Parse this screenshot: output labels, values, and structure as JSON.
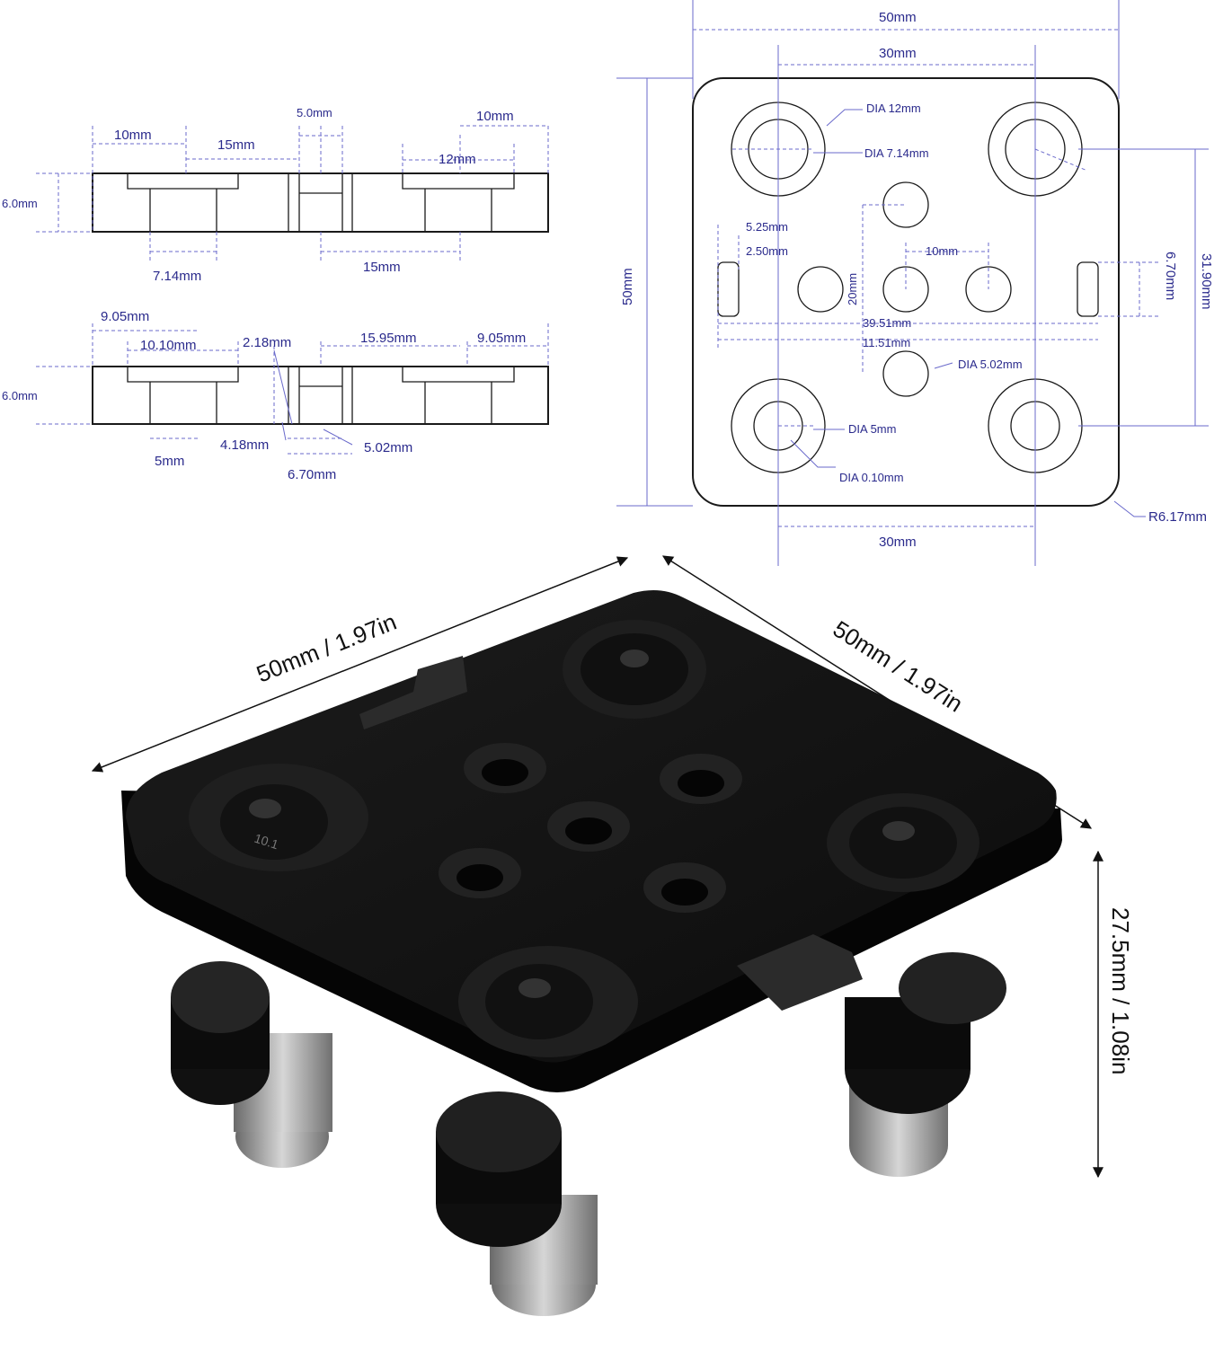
{
  "side_view_top": {
    "labels": {
      "thickness": "6.0mm",
      "edge_to_hole": "10mm",
      "hole_to_slot": "15mm",
      "slot_width": "5.0mm",
      "right_edge": "10mm",
      "counterbore": "12mm",
      "hole_dia": "7.14mm",
      "bottom_span": "15mm"
    }
  },
  "side_view_bottom": {
    "labels": {
      "thickness": "6.0mm",
      "left_edge": "9.05mm",
      "counterbore": "10.10mm",
      "slot_offset": "2.18mm",
      "mid_span": "15.95mm",
      "right_edge": "9.05mm",
      "hole_dia": "5mm",
      "slot_inner": "4.18mm",
      "slot_dia": "5.02mm",
      "slot_width": "6.70mm"
    }
  },
  "top_view": {
    "labels": {
      "overall_width": "50mm",
      "hole_spacing_top": "30mm",
      "dia_counterbore": "DIA 12mm",
      "dia_hole": "DIA 7.14mm",
      "slot_offset": "5.25mm",
      "slot_width": "2.50mm",
      "center_spacing": "10mm",
      "vertical_spacing": "20mm",
      "slot_height": "6.70mm",
      "vertical_holes": "31.90mm",
      "overall_height": "50mm",
      "slot_span_inner": "39.51mm",
      "slot_span_outer": "11.51mm",
      "dia_center": "DIA 5.02mm",
      "dia_small": "DIA 5mm",
      "dia_tiny": "DIA 0.10mm",
      "corner_radius": "R6.17mm",
      "hole_spacing_bottom": "30mm"
    }
  },
  "photo": {
    "width_label": "50mm / 1.97in",
    "depth_label": "50mm / 1.97in",
    "height_label": "27.5mm / 1.08in",
    "bolt_marking": "10.1"
  }
}
